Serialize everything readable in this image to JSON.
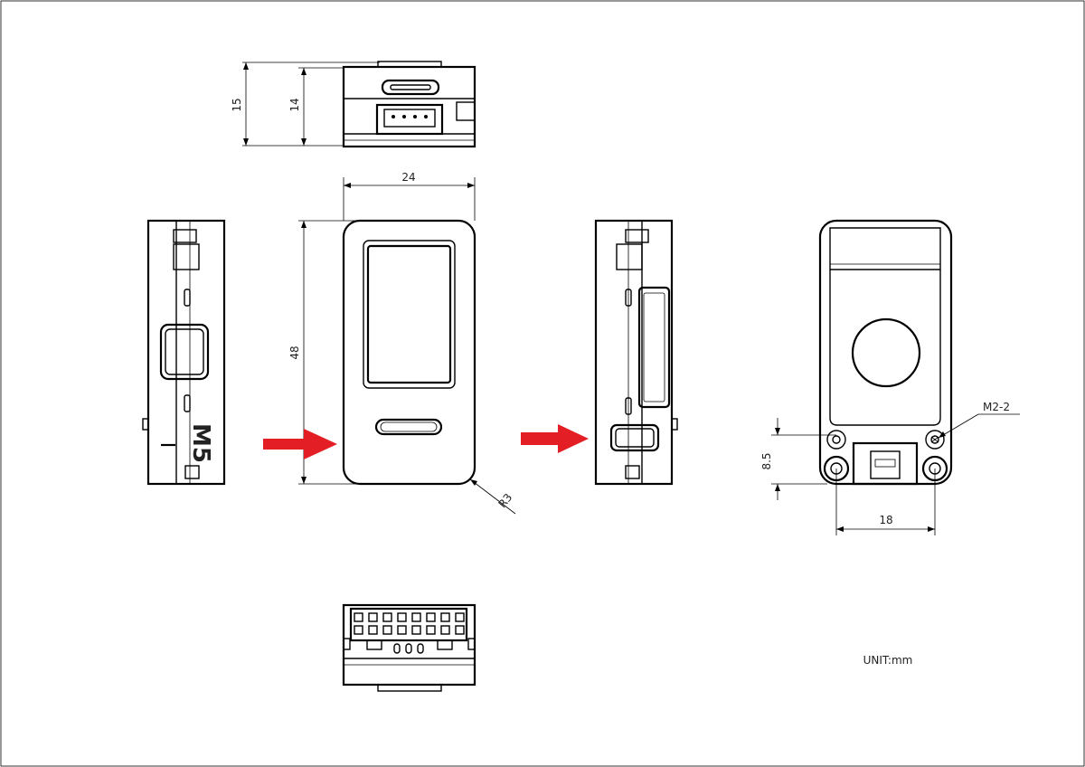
{
  "dimensions": {
    "top_outer_height": "15",
    "top_inner_height": "14",
    "front_width": "24",
    "front_height": "48",
    "corner_radius": "R3",
    "hole_offset": "8.5",
    "hole_spacing": "18",
    "screw_spec": "M2-2"
  },
  "unit_label": "UNIT:mm",
  "side_logo": "M5",
  "arrow_color": "#e31e24"
}
